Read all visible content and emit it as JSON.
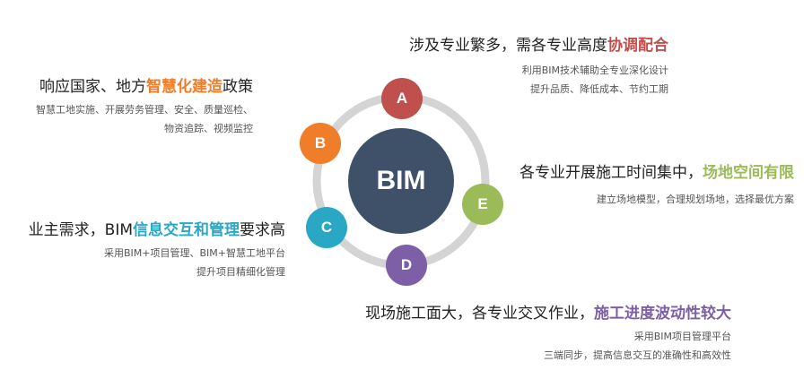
{
  "center": {
    "label": "BIM",
    "color": "#3e5169"
  },
  "ring_color": "#d4d4d4",
  "nodes": {
    "A": {
      "label": "A",
      "color": "#c0504d"
    },
    "B": {
      "label": "B",
      "color": "#ef7d2a"
    },
    "C": {
      "label": "C",
      "color": "#2aa7c4"
    },
    "D": {
      "label": "D",
      "color": "#7d5fa8"
    },
    "E": {
      "label": "E",
      "color": "#9bbb59"
    }
  },
  "items": {
    "A": {
      "title_pre": "涉及专业繁多，需各专业高度",
      "title_hl": "协调配合",
      "title_post": "",
      "hl_color": "#c0504d",
      "lines": [
        "利用BIM技术辅助全专业深化设计",
        "提升品质、降低成本、节约工期"
      ]
    },
    "B": {
      "title_pre": "响应国家、地方",
      "title_hl": "智慧化建造",
      "title_post": "政策",
      "hl_color": "#ef7d2a",
      "lines": [
        "智慧工地实施、开展劳务管理、安全、质量巡检、",
        "物资追踪、视频监控"
      ]
    },
    "C": {
      "title_pre": "业主需求，BIM",
      "title_hl": "信息交互和管理",
      "title_post": "要求高",
      "hl_color": "#2aa7c4",
      "lines": [
        "采用BIM+项目管理、BIM+智慧工地平台",
        "提升项目精细化管理"
      ]
    },
    "D": {
      "title_pre": "现场施工面大，各专业交叉作业，",
      "title_hl": "施工进度波动性较大",
      "title_post": "",
      "hl_color": "#7d5fa8",
      "lines": [
        "采用BIM项目管理平台",
        "三端同步，提高信息交互的准确性和高效性"
      ]
    },
    "E": {
      "title_pre": "各专业开展施工时间集中，",
      "title_hl": "场地空间有限",
      "title_post": "",
      "hl_color": "#9bbb59",
      "lines": [
        "建立场地模型，合理规划场地，选择最优方案"
      ]
    }
  }
}
